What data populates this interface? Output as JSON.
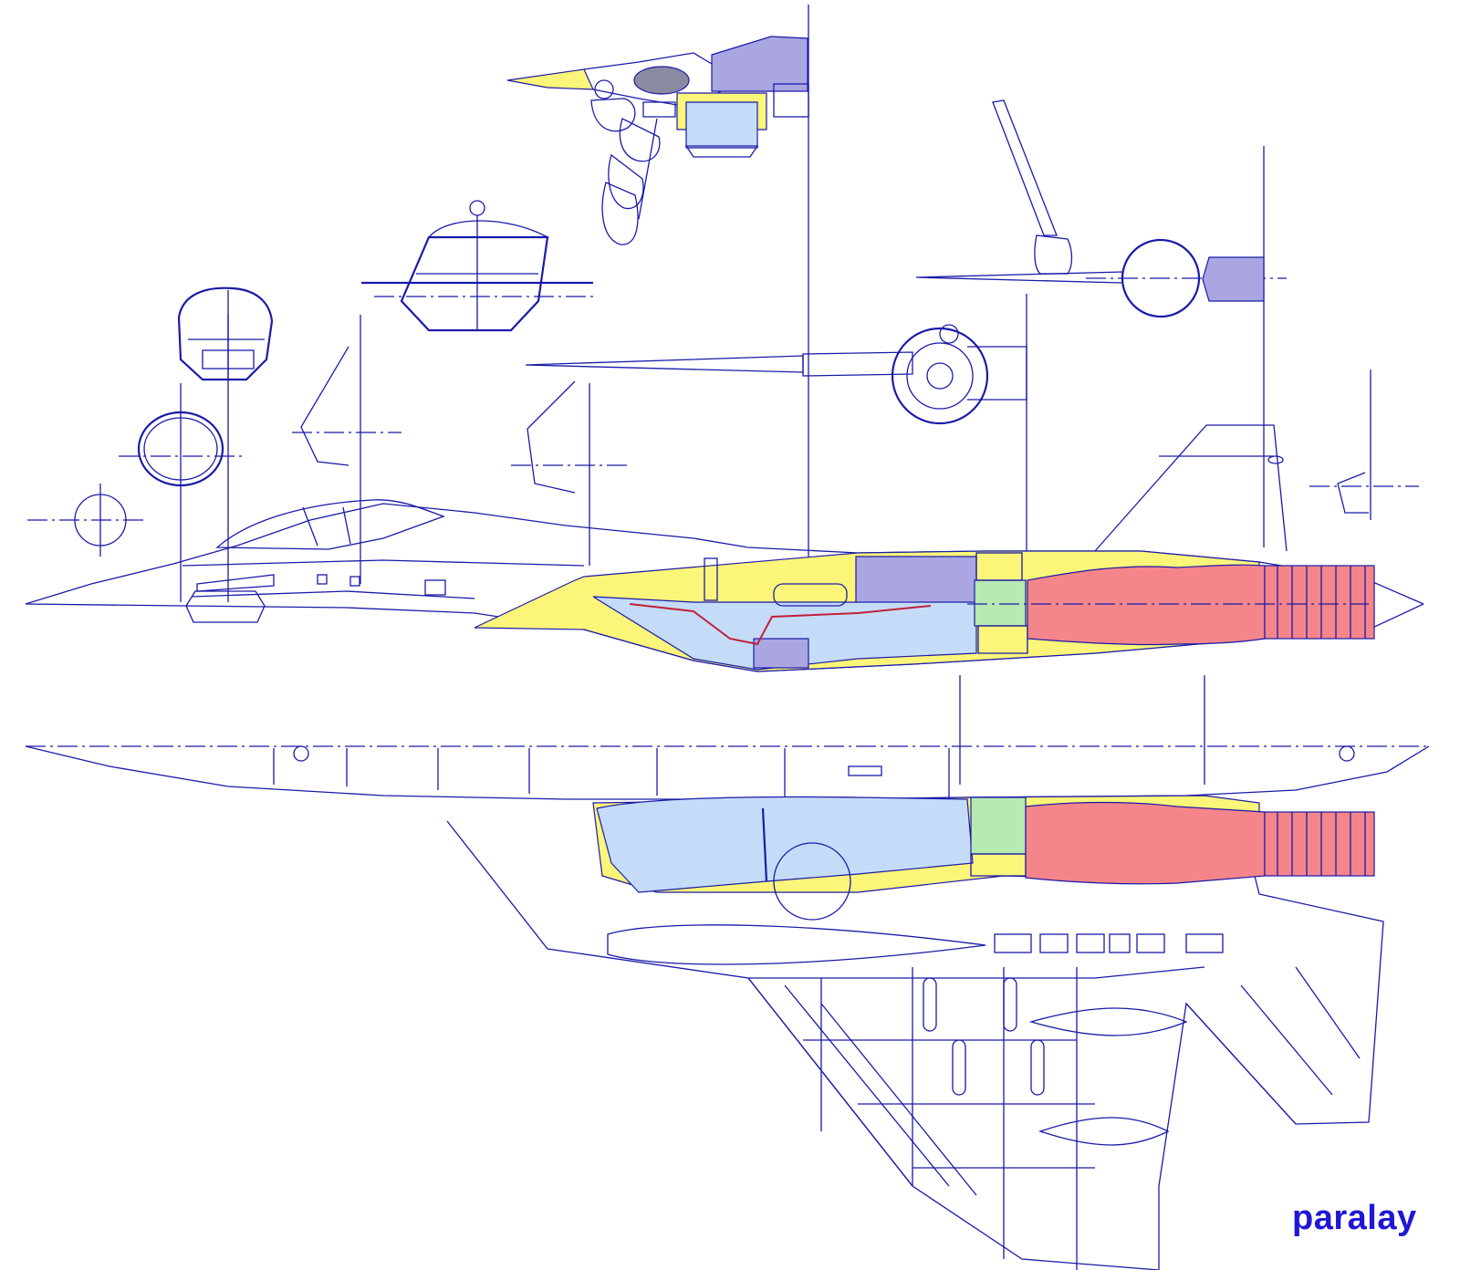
{
  "watermark": {
    "text": "paralay"
  },
  "colors": {
    "line": "#1a1aa8",
    "fuel_tank": "#fbf57a",
    "air_intake_duct": "#c5dcf8",
    "engine": "#f4858a",
    "engine_front": "#b6eab0",
    "equipment_bay": "#a9a6e2",
    "watermark": "#1f16d6"
  },
  "views": [
    {
      "id": "side-view",
      "icon": "aircraft-side-silhouette"
    },
    {
      "id": "plan-view",
      "icon": "aircraft-top-silhouette"
    },
    {
      "id": "cross-sections",
      "icon": "fuselage-section"
    }
  ]
}
